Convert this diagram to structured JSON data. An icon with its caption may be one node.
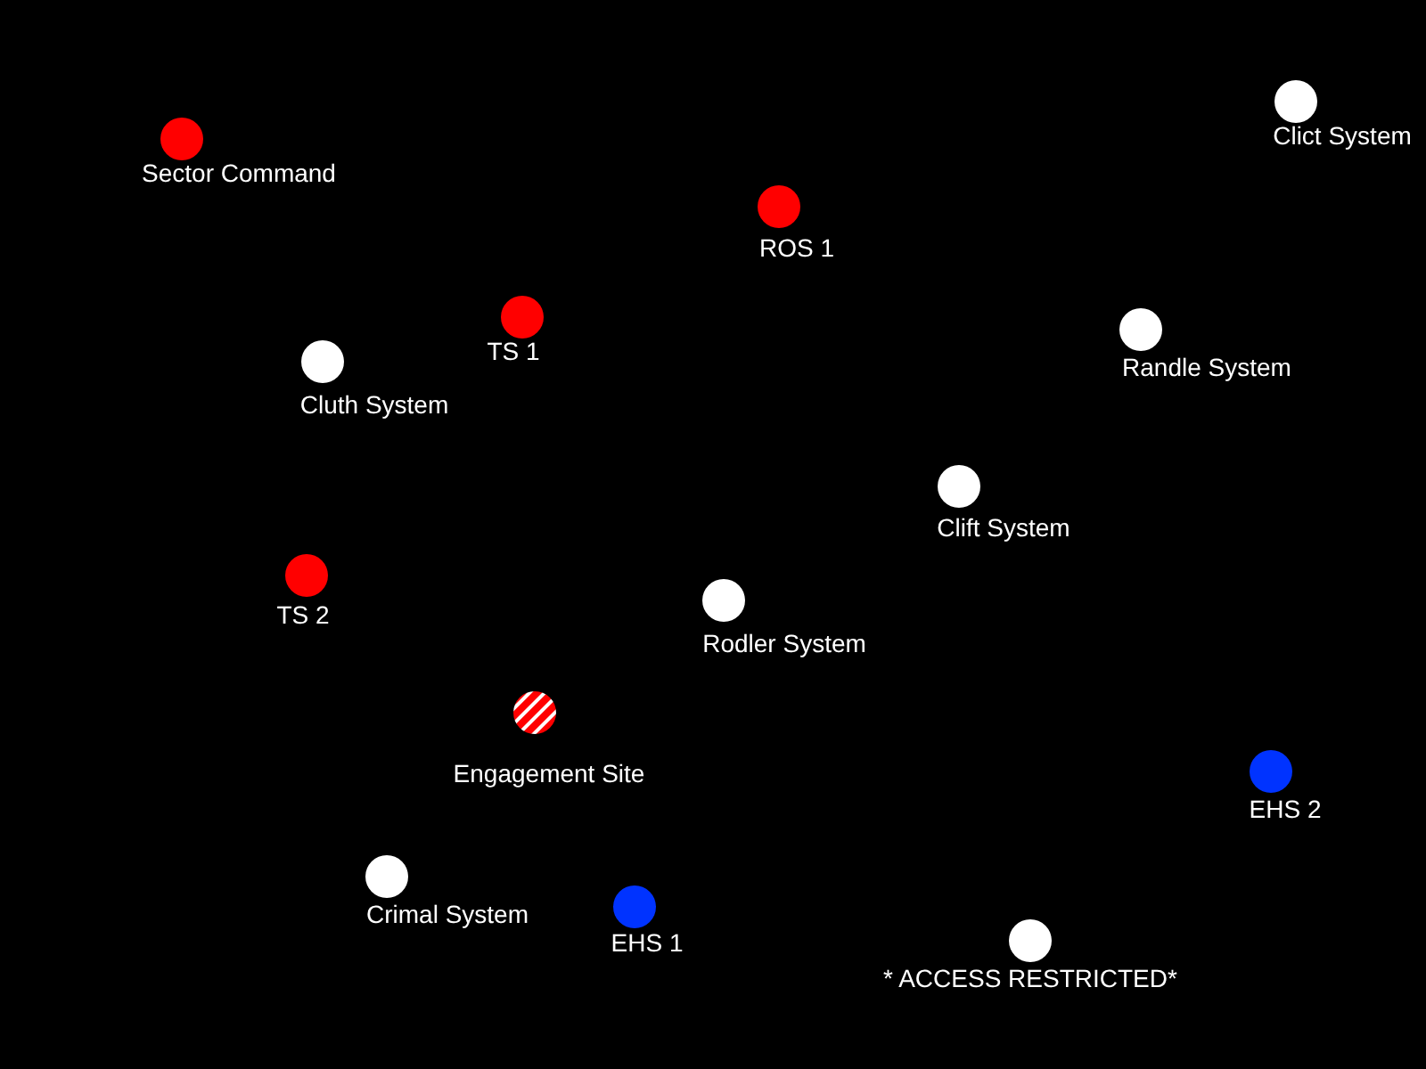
{
  "diagram": {
    "nodes": [
      {
        "text": [
          "Clict System"
        ]
      },
      {
        "text": [
          "Sector Command"
        ]
      },
      {
        "text": [
          "ROS 1"
        ]
      },
      {
        "text": [
          "TS 1"
        ]
      },
      {
        "text": [
          "Randle System"
        ]
      },
      {
        "text": [
          "Cluth System"
        ]
      },
      {
        "text": [
          "Clift System"
        ]
      },
      {
        "text": [
          "TS 2"
        ]
      },
      {
        "text": [
          "Rodler System"
        ]
      },
      {
        "text": [
          "Engagement Site"
        ]
      },
      {
        "text": [
          "EHS 2"
        ]
      },
      {
        "text": [
          "Crimal System"
        ]
      },
      {
        "text": [
          "EHS 1"
        ]
      },
      {
        "text": [
          "* ACCESS RESTRICTED*"
        ]
      }
    ]
  }
}
